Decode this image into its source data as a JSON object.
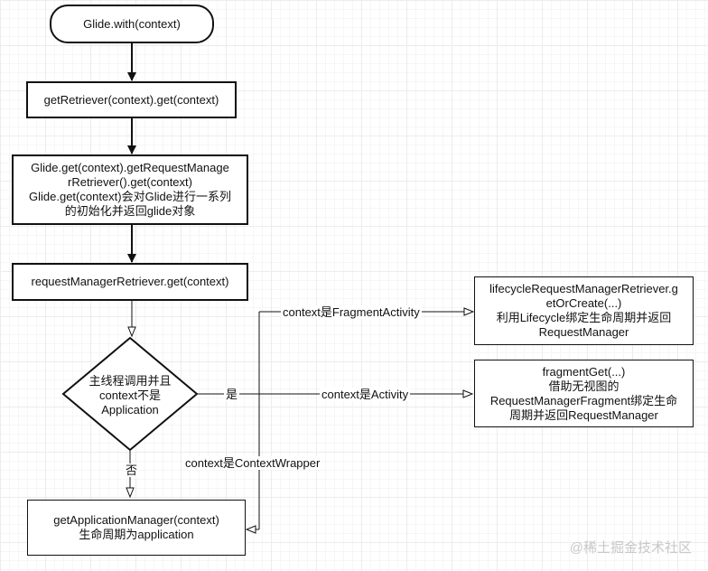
{
  "nodes": {
    "start": "Glide.with(context)",
    "get_retriever": "getRetriever(context).get(context)",
    "glide_get": "Glide.get(context).getRequestManage\nrRetriever().get(context)\nGlide.get(context)会对Glide进行一系列\n的初始化并返回glide对象",
    "retriever_get": "requestManagerRetriever.get(context)",
    "decision": "主线程调用并且\ncontext不是\nApplication",
    "lifecycle_box": "lifecycleRequestManagerRetriever.g\netOrCreate(...)\n利用Lifecycle绑定生命周期并返回\nRequestManager",
    "fragment_box": "fragmentGet(...)\n借助无视图的\nRequestManagerFragment绑定生命\n周期并返回RequestManager",
    "app_manager": "getApplicationManager(context)\n生命周期为application"
  },
  "edge_labels": {
    "yes": "是",
    "no": "否",
    "fragment_activity": "context是FragmentActivity",
    "activity": "context是Activity",
    "context_wrapper": "context是ContextWrapper"
  },
  "watermark": "@稀土掘金技术社区",
  "colors": {
    "stroke": "#111111",
    "grid": "#ececec",
    "fill": "#ffffff"
  }
}
